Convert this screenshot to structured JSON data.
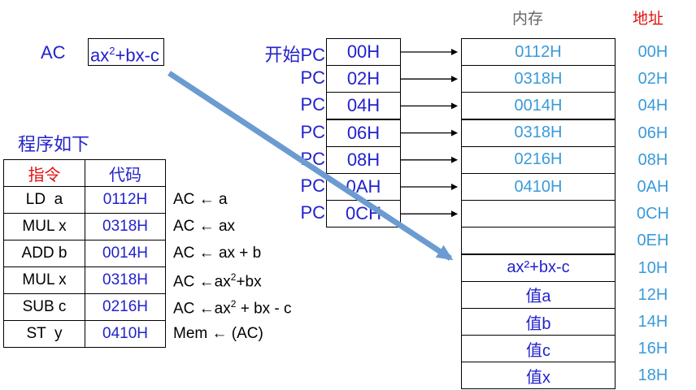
{
  "memory": {
    "header": "内存",
    "addr_header": "地址",
    "cells": [
      {
        "content": "0112H",
        "addr": "00H"
      },
      {
        "content": "0318H",
        "addr": "02H"
      },
      {
        "content": "0014H",
        "addr": "04H"
      },
      {
        "content": "0318H",
        "addr": "06H"
      },
      {
        "content": "0216H",
        "addr": "08H"
      },
      {
        "content": "0410H",
        "addr": "0AH"
      },
      {
        "content": "",
        "addr": "0CH"
      },
      {
        "content": "",
        "addr": "0EH"
      },
      {
        "content": "ax²+bx-c",
        "addr": "10H"
      },
      {
        "content": "值a",
        "addr": "12H"
      },
      {
        "content": "值b",
        "addr": "14H"
      },
      {
        "content": "值c",
        "addr": "16H"
      },
      {
        "content": "值x",
        "addr": "18H"
      }
    ]
  },
  "accumulator": {
    "label": "AC",
    "value_main": "ax",
    "value_sup": "2",
    "value_tail": "+bx-c"
  },
  "program_counter": {
    "rows": [
      {
        "label": "开始PC",
        "addr": "00H"
      },
      {
        "label": "PC",
        "addr": "02H"
      },
      {
        "label": "PC",
        "addr": "04H"
      },
      {
        "label": "PC",
        "addr": "06H"
      },
      {
        "label": "PC",
        "addr": "08H"
      },
      {
        "label": "PC",
        "addr": "0AH"
      },
      {
        "label": "PC",
        "addr": "0CH"
      }
    ]
  },
  "program": {
    "title": "程序如下",
    "col_instr": "指令",
    "col_code": "代码",
    "rows": [
      {
        "instr": "LD  a",
        "code": "0112H",
        "d1": "AC ← a",
        "d_sup": "",
        "d2": ""
      },
      {
        "instr": "MUL x",
        "code": "0318H",
        "d1": "AC ← ax",
        "d_sup": "",
        "d2": ""
      },
      {
        "instr": "ADD b",
        "code": "0014H",
        "d1": "AC ← ax + b",
        "d_sup": "",
        "d2": ""
      },
      {
        "instr": "MUL x",
        "code": "0318H",
        "d1": "AC ←ax",
        "d_sup": "2",
        "d2": "+bx"
      },
      {
        "instr": "SUB c",
        "code": "0216H",
        "d1": "AC ←ax",
        "d_sup": "2",
        "d2": " + bx - c"
      },
      {
        "instr": "ST  y",
        "code": "0410H",
        "d1": "Mem ← (AC)",
        "d_sup": "",
        "d2": ""
      }
    ]
  },
  "colors": {
    "text_blue": "#2222cc",
    "light_blue": "#3a9ad9",
    "red": "#e01010",
    "arrow": "#6b9bd1"
  }
}
